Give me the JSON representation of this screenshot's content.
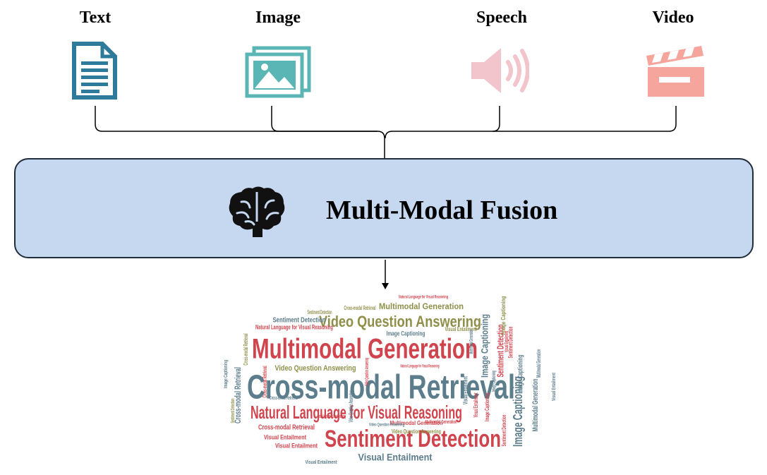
{
  "modalities": [
    {
      "label": "Text",
      "icon": "document-icon",
      "color": "#2e7a9a"
    },
    {
      "label": "Image",
      "icon": "images-icon",
      "color": "#5ab5b5"
    },
    {
      "label": "Speech",
      "icon": "speaker-icon",
      "color": "#f2c4cc"
    },
    {
      "label": "Video",
      "icon": "clapperboard-icon",
      "color": "#f5a59c"
    }
  ],
  "fusion": {
    "title": "Multi-Modal Fusion",
    "icon": "brain-icon",
    "fill": "#c5d8f0"
  },
  "wordcloud": {
    "colors": {
      "red": "#d0444e",
      "slate": "#5b7d8c",
      "olive": "#8f8f4a"
    },
    "words": [
      {
        "text": "Cross-modal Retrieval",
        "color": "slate"
      },
      {
        "text": "Multimodal Generation",
        "color": "red"
      },
      {
        "text": "Natural Language for Visual Reasoning",
        "color": "red"
      },
      {
        "text": "Sentiment Detection",
        "color": "red"
      },
      {
        "text": "Video Question Answering",
        "color": "olive"
      },
      {
        "text": "Multimodal Generation",
        "color": "olive"
      },
      {
        "text": "Visual Entailment",
        "color": "slate"
      },
      {
        "text": "Image Captioning",
        "color": "slate"
      },
      {
        "text": "Image Captioning",
        "color": "slate"
      },
      {
        "text": "Sentiment Detection",
        "color": "red"
      },
      {
        "text": "Cross-modal Retrieval",
        "color": "slate"
      },
      {
        "text": "Multimodal Generation",
        "color": "slate"
      },
      {
        "text": "Image Captioning",
        "color": "slate"
      },
      {
        "text": "Cross-modal Retrieval",
        "color": "red"
      },
      {
        "text": "Visual Entailment",
        "color": "red"
      },
      {
        "text": "Visual Entailment",
        "color": "red"
      },
      {
        "text": "Video Question Answering",
        "color": "olive"
      },
      {
        "text": "Sentiment Detection",
        "color": "slate"
      },
      {
        "text": "Natural Language for Visual Reasoning",
        "color": "red"
      },
      {
        "text": "Image Captioning",
        "color": "slate"
      },
      {
        "text": "Visual Entailment",
        "color": "olive"
      },
      {
        "text": "Cross-modal Retrieval",
        "color": "olive"
      },
      {
        "text": "Sentiment Detection",
        "color": "olive"
      },
      {
        "text": "Multimodal Generation",
        "color": "red"
      },
      {
        "text": "Natural Language for Visual Reasoning",
        "color": "red"
      },
      {
        "text": "Video Question Answering",
        "color": "olive"
      },
      {
        "text": "Image Captioning",
        "color": "red"
      },
      {
        "text": "Visual Entailment",
        "color": "slate"
      },
      {
        "text": "Sentiment Detection",
        "color": "red"
      },
      {
        "text": "Cross-modal Retrieval",
        "color": "red"
      },
      {
        "text": "Multimodal Generation",
        "color": "slate"
      },
      {
        "text": "Visual Entailment",
        "color": "red"
      },
      {
        "text": "Video Question Answering",
        "color": "slate"
      },
      {
        "text": "Image Captioning",
        "color": "olive"
      },
      {
        "text": "Sentiment Detection",
        "color": "red"
      },
      {
        "text": "Visual Entailment",
        "color": "red"
      },
      {
        "text": "Natural Language for Visual Reasoning",
        "color": "red"
      },
      {
        "text": "Cross-modal Retrieval",
        "color": "olive"
      },
      {
        "text": "Video Question Answering",
        "color": "slate"
      },
      {
        "text": "Multimodal Generation",
        "color": "red"
      },
      {
        "text": "Image Captioning",
        "color": "slate"
      },
      {
        "text": "Visual Entailment",
        "color": "slate"
      },
      {
        "text": "Sentiment Detection",
        "color": "olive"
      },
      {
        "text": "Video Question Answering",
        "color": "red"
      },
      {
        "text": "Natural Language for Visual Reasoning",
        "color": "red"
      },
      {
        "text": "Cross-modal Retrieval",
        "color": "slate"
      },
      {
        "text": "Multimodal Generation",
        "color": "slate"
      },
      {
        "text": "Image Captioning",
        "color": "slate"
      },
      {
        "text": "Visual Entailment",
        "color": "slate"
      }
    ]
  }
}
